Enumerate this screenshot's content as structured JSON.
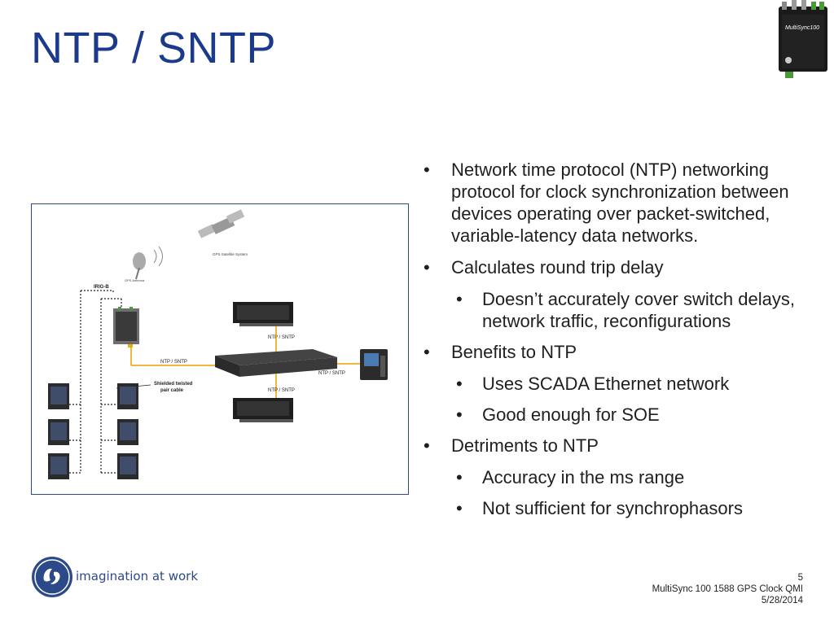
{
  "slide": {
    "title": "NTP / SNTP",
    "tagline": "imagination at work",
    "page_number": "5",
    "footer_title": "MultiSync 100 1588 GPS Clock QMI",
    "footer_date": "5/28/2014"
  },
  "product_image": {
    "label": "MultiSync100"
  },
  "diagram": {
    "satellite_label": "GPS Satellite System",
    "antenna_label": "GPS Antenna",
    "irig_label": "IRIG-B",
    "ntp_label_left": "NTP / SNTP",
    "ntp_label_top": "NTP / SNTP",
    "ntp_label_right": "NTP / SNTP",
    "ntp_label_bottom": "NTP / SNTP",
    "cable_label_1": "Shielded twisted",
    "cable_label_2": "pair cable"
  },
  "bullets": [
    {
      "text": "Network time protocol (NTP) networking protocol for clock synchronization between devices operating over packet-switched, variable-latency data networks.",
      "sub": []
    },
    {
      "text": "Calculates round trip delay",
      "sub": [
        "Doesn’t accurately cover switch delays, network traffic, reconfigurations"
      ]
    },
    {
      "text": "Benefits to NTP",
      "sub": [
        "Uses SCADA Ethernet network",
        "Good enough for SOE"
      ]
    },
    {
      "text": "Detriments to NTP",
      "sub": [
        "Accuracy in the ms range",
        "Not sufficient for synchrophasors"
      ]
    }
  ],
  "colors": {
    "title": "#1b3a8c",
    "accent": "#2c4a8a"
  },
  "icons": {
    "logo": "ge-monogram-icon"
  }
}
